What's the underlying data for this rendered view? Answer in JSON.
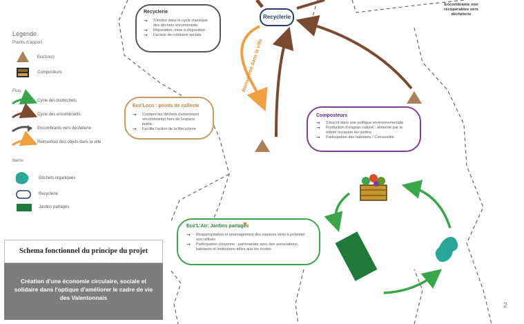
{
  "legend": {
    "title": "Légende",
    "points_title": "Points d'apport",
    "points": [
      {
        "label": "Eco'Loco",
        "icon": "triangle-icon"
      },
      {
        "label": "Composteurs",
        "icon": "compost-bin-icon"
      }
    ],
    "flux_title": "Flux",
    "flux": [
      {
        "label": "Cycle des biodéchets",
        "color": "#3aa64a"
      },
      {
        "label": "Cycle des encombrants",
        "color": "#7a4a2e"
      },
      {
        "label": "Encombrants vers déchèterie",
        "color": "#555555"
      },
      {
        "label": "Réinsertion des objets dans la ville",
        "color": "#f0a040"
      }
    ],
    "items_title": "Items",
    "items": [
      {
        "label": "Déchets organiques",
        "icon": "organic-waste-icon"
      },
      {
        "label": "Recyclerie",
        "icon": "recyclerie-pill-icon"
      },
      {
        "label": "Jardins partagés",
        "icon": "garden-rect-icon"
      }
    ]
  },
  "recyclerie_box": {
    "title": "Recyclerie",
    "items": [
      "S'insère dans le cycle classique des déchets encombrants",
      "Réparation, mise à disposition",
      "Facteur de cohésion sociale"
    ]
  },
  "recyclerie_pill": "Recyclerie",
  "reinsertion_label": "Réinsertion dans la ville",
  "top_right_note": "Encombrants non récupérables vers déchèterie",
  "ecoloco_box": {
    "title": "Eco'Loco : points de collecte",
    "items": [
      "Contient les déchets (notamment encombrants) hors de l'espace public",
      "Facilite l'action de la Recyclerie"
    ]
  },
  "compost_box": {
    "title": "Composteurs",
    "items": [
      "S'inscrit dans une politique environnementale",
      "Production d'engrais naturel : alimente par la même occasion les jardins",
      "Participation des habitants / Convivialité"
    ]
  },
  "garden_box": {
    "title": "Eco'L'Air: Jardins partagés",
    "items": [
      "Réappropriation et aménagement des espaces verts à potentiel non utilisés",
      "Participation citoyenne : partenariats avec des associations, habitants et institutions telles que les écoles"
    ]
  },
  "banner": {
    "title": "Schema fonctionnel du principe du projet",
    "subtitle": "Création d'une économie circulaire, sociale et solidaire dans l'optique d'améliorer le cadre de vie des Valentonnais"
  },
  "page_number": "2",
  "colors": {
    "green": "#3aa64a",
    "brown": "#7a4a2e",
    "orange": "#f0a040",
    "navy": "#2b3a6e",
    "purple": "#7a3f9a",
    "tan": "#c89a62",
    "teal": "#2aa79b",
    "dark_green": "#1f7a3a"
  }
}
